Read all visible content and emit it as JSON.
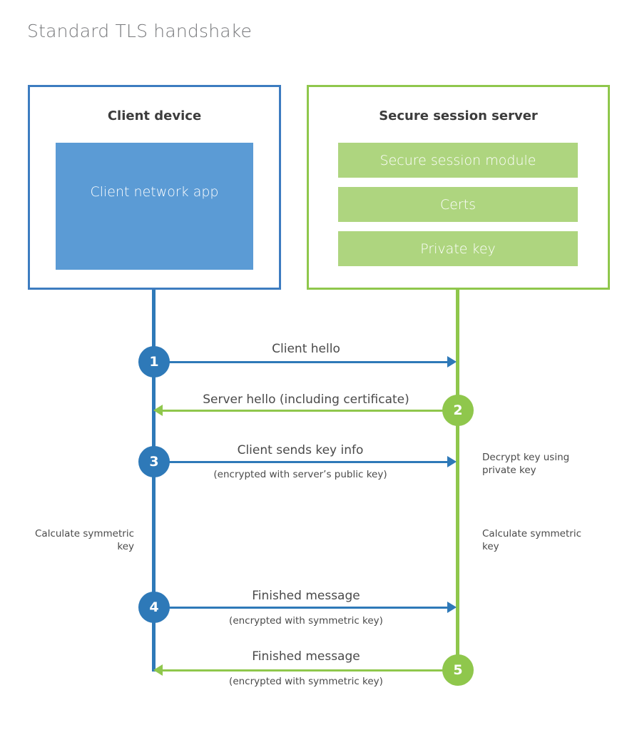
{
  "title": "Standard TLS handshake",
  "colors": {
    "client_accent": "#2e79b8",
    "client_fill": "#5b9bd5",
    "server_accent": "#8fc74c",
    "server_fill": "#aed57f",
    "title_text": "#76777a",
    "body_text": "#4a4a4a"
  },
  "client": {
    "title": "Client device",
    "app_label": "Client network app"
  },
  "server": {
    "title": "Secure session server",
    "blocks": [
      {
        "label": "Secure session module"
      },
      {
        "label": "Certs"
      },
      {
        "label": "Private key"
      }
    ]
  },
  "steps": [
    {
      "number": "1",
      "label": "Client hello",
      "sub": "",
      "direction": "client-to-server",
      "side": "client"
    },
    {
      "number": "2",
      "label": "Server hello (including certificate)",
      "sub": "",
      "direction": "server-to-client",
      "side": "server"
    },
    {
      "number": "3",
      "label": "Client sends key info",
      "sub": "(encrypted with server’s public key)",
      "direction": "client-to-server",
      "side": "client"
    },
    {
      "number": "4",
      "label": "Finished message",
      "sub": "(encrypted with symmetric key)",
      "direction": "client-to-server",
      "side": "client"
    },
    {
      "number": "5",
      "label": "Finished message",
      "sub": "(encrypted with symmetric key)",
      "direction": "server-to-client",
      "side": "server"
    }
  ],
  "annotations": {
    "decrypt_key": "Decrypt key using private key",
    "calculate_symmetric_key_client": "Calculate symmetric key",
    "calculate_symmetric_key_server": "Calculate symmetric key"
  }
}
